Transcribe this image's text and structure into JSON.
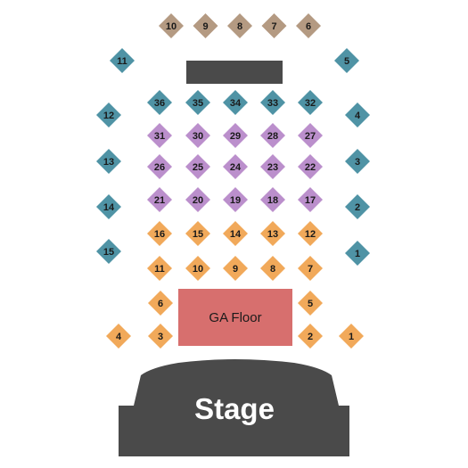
{
  "colors": {
    "tan": "#b49a82",
    "teal": "#4f93a5",
    "purple": "#bb8fcc",
    "orange": "#f1a95a",
    "ga_floor": "#d76f6e",
    "stage": "#4a4a4a",
    "booth": "#4a4a4a"
  },
  "ga_floor": {
    "label": "GA Floor"
  },
  "stage": {
    "label": "Stage"
  },
  "sections": {
    "back_row": [
      "10",
      "9",
      "8",
      "7",
      "6"
    ],
    "right_side": [
      "5",
      "4",
      "3",
      "2",
      "1"
    ],
    "left_side": [
      "11",
      "12",
      "13",
      "14",
      "15"
    ],
    "tier1": [
      "36",
      "35",
      "34",
      "33",
      "32"
    ],
    "purple_rows": [
      [
        "31",
        "30",
        "29",
        "28",
        "27"
      ],
      [
        "26",
        "25",
        "24",
        "23",
        "22"
      ],
      [
        "21",
        "20",
        "19",
        "18",
        "17"
      ]
    ],
    "orange_rows": [
      [
        "16",
        "15",
        "14",
        "13",
        "12"
      ],
      [
        "11",
        "10",
        "9",
        "8",
        "7"
      ]
    ],
    "floor_sides": {
      "left": [
        "6",
        "3",
        "4"
      ],
      "right": [
        "5",
        "2",
        "1"
      ]
    }
  }
}
